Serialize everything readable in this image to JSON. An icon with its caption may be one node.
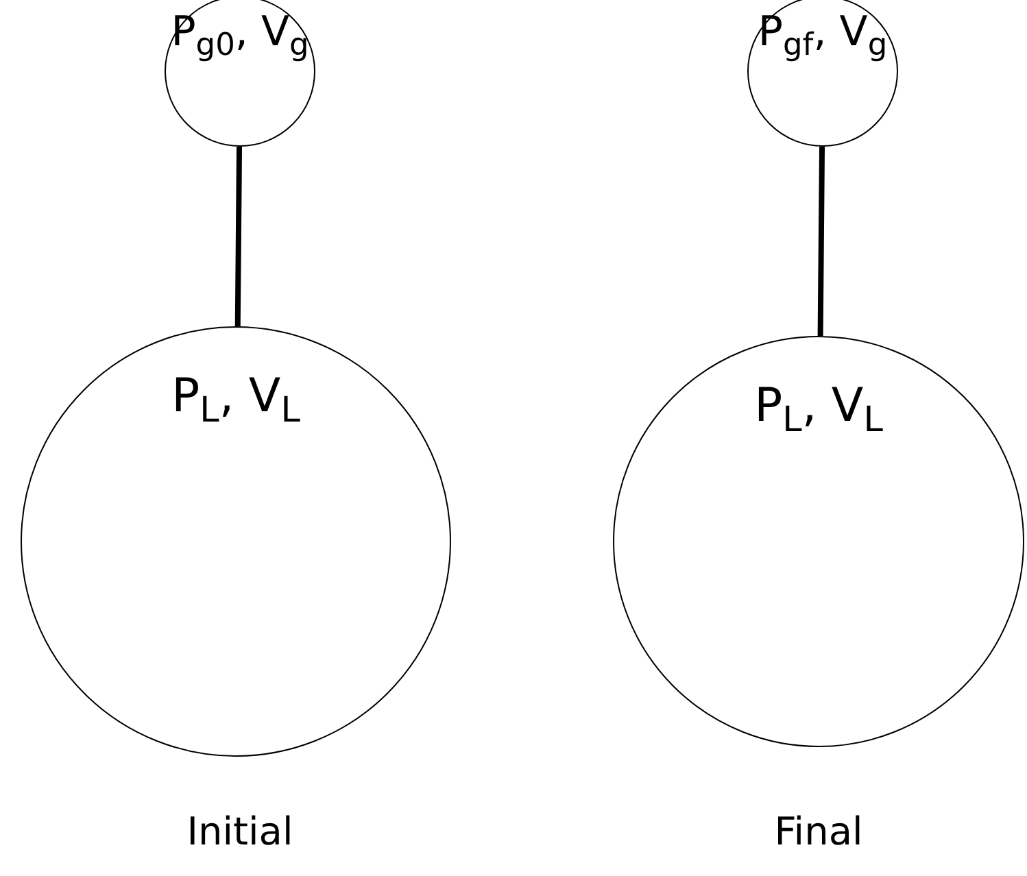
{
  "diagram": {
    "nodes": [
      {
        "text": [
          "P$_{g0}$, V$_{g}$"
        ]
      },
      {
        "text": [
          "P$_{L}$, V$_{L}$"
        ]
      },
      {
        "text": [
          "P$_{gf}$, V$_{g}$"
        ]
      },
      {
        "text": [
          "P$_{L}$, V$_{L}$"
        ]
      }
    ],
    "edges": [
      {
        "from": 0,
        "to": 1,
        "arrow": "none"
      },
      {
        "from": 2,
        "to": 3,
        "arrow": "none"
      }
    ],
    "labels": [
      "Initial",
      "Final"
    ]
  }
}
